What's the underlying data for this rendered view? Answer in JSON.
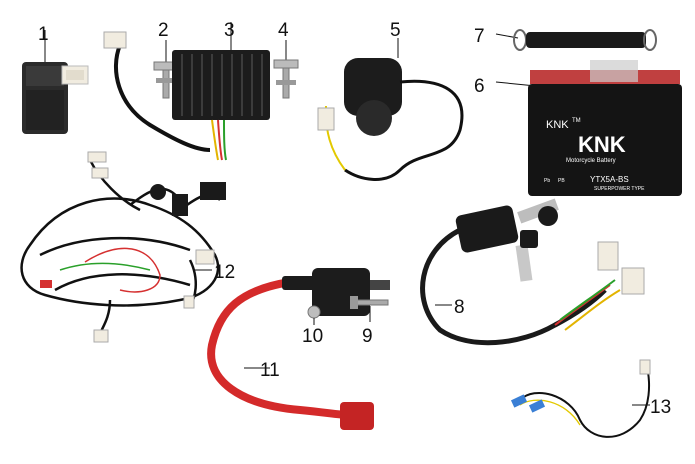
{
  "callouts": [
    "1",
    "2",
    "3",
    "4",
    "5",
    "6",
    "7",
    "8",
    "9",
    "10",
    "11",
    "12",
    "13"
  ],
  "battery": {
    "brand": "KNK",
    "tm": "TM",
    "big_brand": "KNK",
    "subtitle": "Motorcycle Battery",
    "model": "YTX5A-BS",
    "type_line": "SUPERPOWER TYPE",
    "recycle_marks": [
      "Pb",
      "PB"
    ]
  },
  "colors": {
    "ignition_coil_cable": "#d42a2a",
    "component_body": "#1a1a1a",
    "connector_white": "#f3f0e8",
    "label_text": "#111111"
  }
}
